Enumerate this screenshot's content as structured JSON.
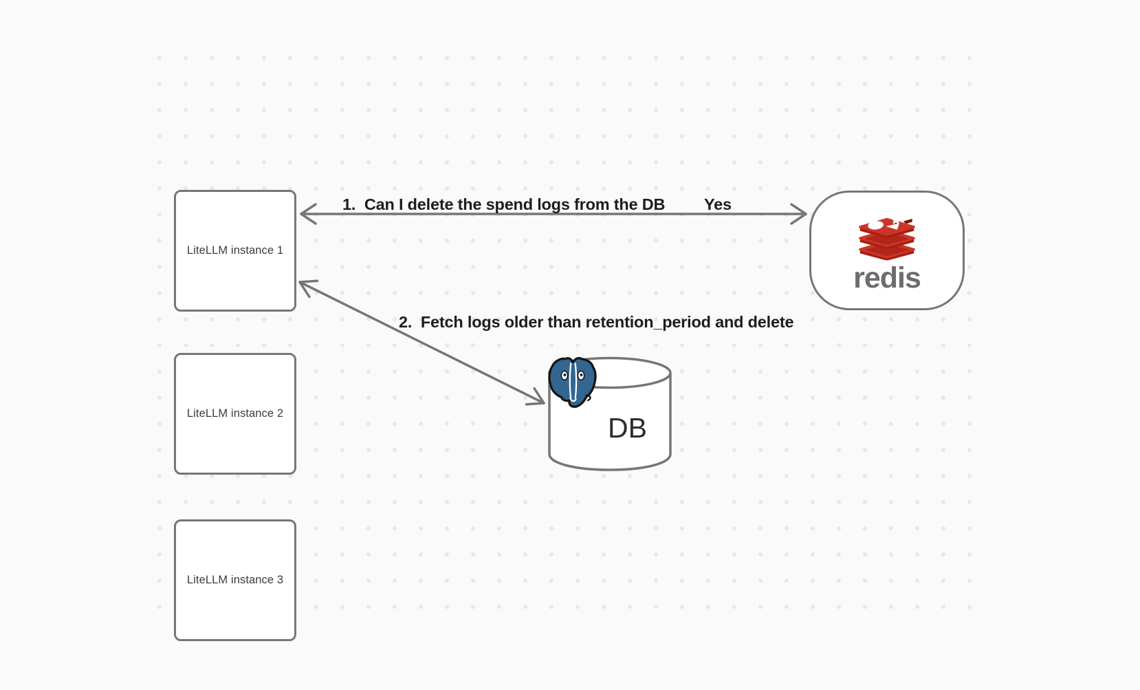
{
  "canvas": {
    "background": "#fafafa",
    "dot_color": "#e8e8e8"
  },
  "nodes": {
    "litellm_instances": [
      {
        "label": "LiteLLM instance 1"
      },
      {
        "label": "LiteLLM instance 2"
      },
      {
        "label": "LiteLLM instance 3"
      }
    ],
    "redis": {
      "label": "redis"
    },
    "db": {
      "label": "DB"
    }
  },
  "edges": [
    {
      "label": "1.  Can I delete the spend logs from the DB",
      "response_label": "Yes",
      "from": "LiteLLM instance 1",
      "to": "redis",
      "arrowheads": "both"
    },
    {
      "label": "2.  Fetch logs older than retention_period and delete",
      "from": "LiteLLM instance 1",
      "to": "DB",
      "arrowheads": "both"
    }
  ],
  "icons": {
    "redis_logo": {
      "name": "redis-stack-logo",
      "red": "#c93629",
      "red_dark": "#a91e12",
      "wordmark_color": "#6d6d6d"
    },
    "postgres_logo": {
      "name": "postgresql-elephant-logo",
      "blue": "#336791"
    },
    "db_cylinder": {
      "name": "database-cylinder-icon"
    }
  },
  "style": {
    "stroke_color": "#767676",
    "edge_label_color": "#1d1d1d",
    "node_label_color": "#3c3c3c"
  }
}
